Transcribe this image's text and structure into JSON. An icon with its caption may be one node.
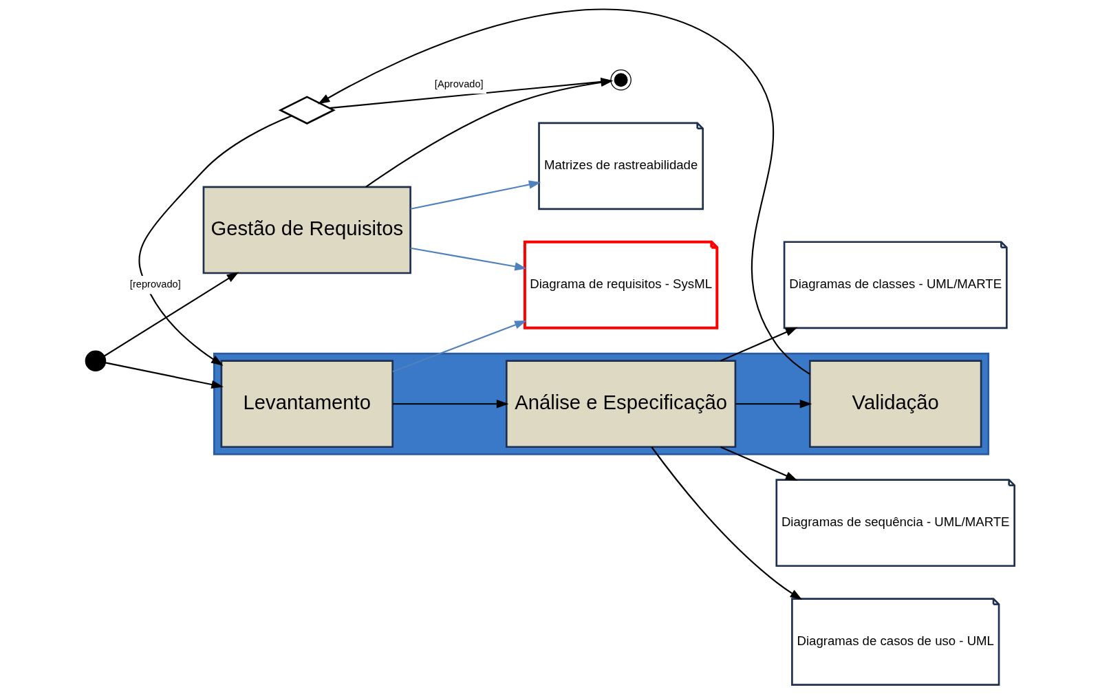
{
  "diagram": {
    "nodes": [
      {
        "text": [
          "Diagramas de casos de uso - UML"
        ]
      },
      {
        "text": [
          "Diagramas de classes - UML/MARTE"
        ]
      },
      {
        "text": [
          "Diagramas de sequência - UML/MARTE"
        ]
      },
      {
        "text": [],
        "shape": "box"
      },
      {
        "text": [
          "Levantamento"
        ],
        "in": 3
      },
      {
        "text": [
          "Análise e Especificação"
        ],
        "in": 3
      },
      {
        "text": [
          "Validação"
        ],
        "in": 3
      },
      {
        "text": [],
        "shape": "diamond"
      },
      {
        "text": [],
        "shape": "circle"
      },
      {
        "text": [],
        "shape": "bullseye"
      },
      {
        "text": [
          "Gestão de Requisitos"
        ]
      },
      {
        "text": [
          "Diagrama de requisitos - SysML"
        ]
      },
      {
        "text": [
          "Matrizes de rastreabilidade"
        ]
      }
    ],
    "edges": [
      {
        "from": 8,
        "to": 4,
        "arrow": "to"
      },
      {
        "from": 8,
        "to": 10,
        "arrow": "to"
      },
      {
        "from": 4,
        "to": 5,
        "arrow": "to"
      },
      {
        "from": 5,
        "to": 6,
        "arrow": "to"
      },
      {
        "from": 6,
        "to": 7,
        "arrow": "to"
      },
      {
        "from": 5,
        "to": 0,
        "arrow": "to"
      },
      {
        "from": 5,
        "to": 1,
        "arrow": "to"
      },
      {
        "from": 5,
        "to": 2,
        "arrow": "to"
      },
      {
        "from": 7,
        "to": 9,
        "arrow": "to",
        "label": "[Aprovado]"
      },
      {
        "from": 7,
        "to": 4,
        "arrow": "to",
        "label": "[reprovado]"
      },
      {
        "from": 10,
        "to": 9,
        "arrow": "to"
      },
      {
        "from": 4,
        "to": 11,
        "arrow": "to",
        "color": "#4f81bd"
      },
      {
        "from": 10,
        "to": 11,
        "arrow": "to",
        "color": "#4f81bd"
      },
      {
        "from": 10,
        "to": 12,
        "arrow": "to",
        "color": "#4f81bd"
      }
    ]
  }
}
